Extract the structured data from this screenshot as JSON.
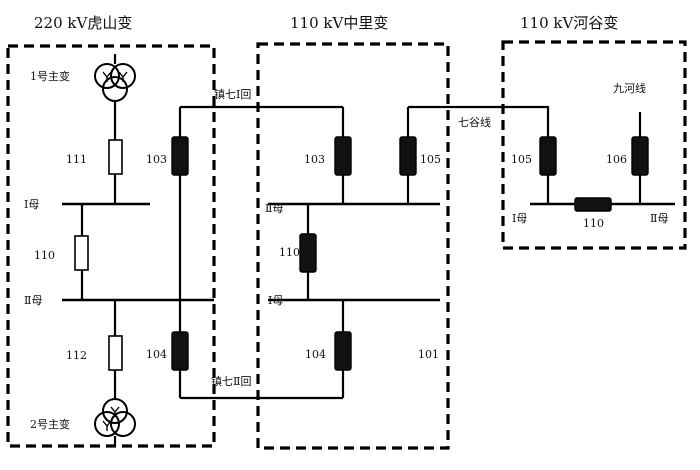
{
  "stations": {
    "hushan": "220 kV虎山变",
    "zhongli": "110 kV中里变",
    "hegu": "110 kV河谷变"
  },
  "transformers": {
    "t1": "1号主变",
    "t2": "2号主变"
  },
  "lines": {
    "zhenqi1": "镇七Ⅰ回",
    "zhenqi2": "镇七Ⅱ回",
    "qigu": "七谷线",
    "jiuhe": "九河线"
  },
  "buses": {
    "hushan_bus1": "Ⅰ母",
    "hushan_bus2": "Ⅱ母",
    "zhongli_bus2": "Ⅱ母",
    "zhongli_bus1": "Ⅰ母",
    "hegu_bus1": "Ⅰ母",
    "hegu_bus2": "Ⅱ母"
  },
  "breakers": {
    "hs111": "111",
    "hs110": "110",
    "hs112": "112",
    "hs103": "103",
    "hs104": "104",
    "zl103": "103",
    "zl105": "105",
    "zl110": "110",
    "zl104": "104",
    "zl101": "101",
    "hg105": "105",
    "hg106": "106",
    "hg110": "110"
  }
}
